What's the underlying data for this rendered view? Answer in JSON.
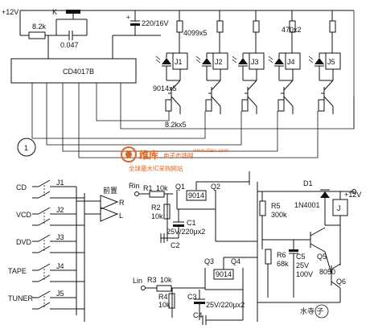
{
  "supply_top": "+12V",
  "switch_k": "K",
  "r_82k": "8.2k",
  "c_0047": "0.047",
  "cap_220": "220/16V",
  "ic": "CD4017B",
  "leds": "4099x5",
  "r_470": "470x2",
  "relays_top": [
    "J1",
    "J2",
    "J3",
    "J4",
    "J5"
  ],
  "trans": "9014x5",
  "r_base": "8.2kx5",
  "section": "1",
  "inputs": [
    {
      "name": "CD",
      "relay": "J1"
    },
    {
      "name": "VCD",
      "relay": "J2"
    },
    {
      "name": "DVD",
      "relay": "J3"
    },
    {
      "name": "TAPE",
      "relay": "J4"
    },
    {
      "name": "TUNER",
      "relay": "J5"
    }
  ],
  "preamp": "前置",
  "ch_r": "R",
  "ch_l": "L",
  "rin": "Rin",
  "lin": "Lin",
  "r1": "R1",
  "r1v": "10k",
  "r2": "R2",
  "r2v": "10k",
  "r3": "R3",
  "r3v": "10k",
  "r4": "R4",
  "r4v": "10k",
  "q1": "Q1",
  "q2": "Q2",
  "q3": "Q3",
  "q4": "Q4",
  "q_type": "9014",
  "c1": "C1",
  "c2": "C2",
  "c3": "C3",
  "c4": "C4",
  "c_rating": "25V/220μx2",
  "d1": "D1",
  "d1v": "1N4001",
  "supply_right": "+12V",
  "j": "J",
  "r5": "R5",
  "r5v": "300k",
  "r6": "R6",
  "r6v": "68k",
  "c5": "C5",
  "c5v": "25V",
  "c5v2": "100V",
  "q5": "Q5",
  "q5v": "8050",
  "q6": "Q6",
  "wm_title": "维库",
  "wm_sub": "电子市场网",
  "wm_tag": "全球最大IC采购网站",
  "wm_url": "www.dzsc.com",
  "sign": "水寺 子"
}
